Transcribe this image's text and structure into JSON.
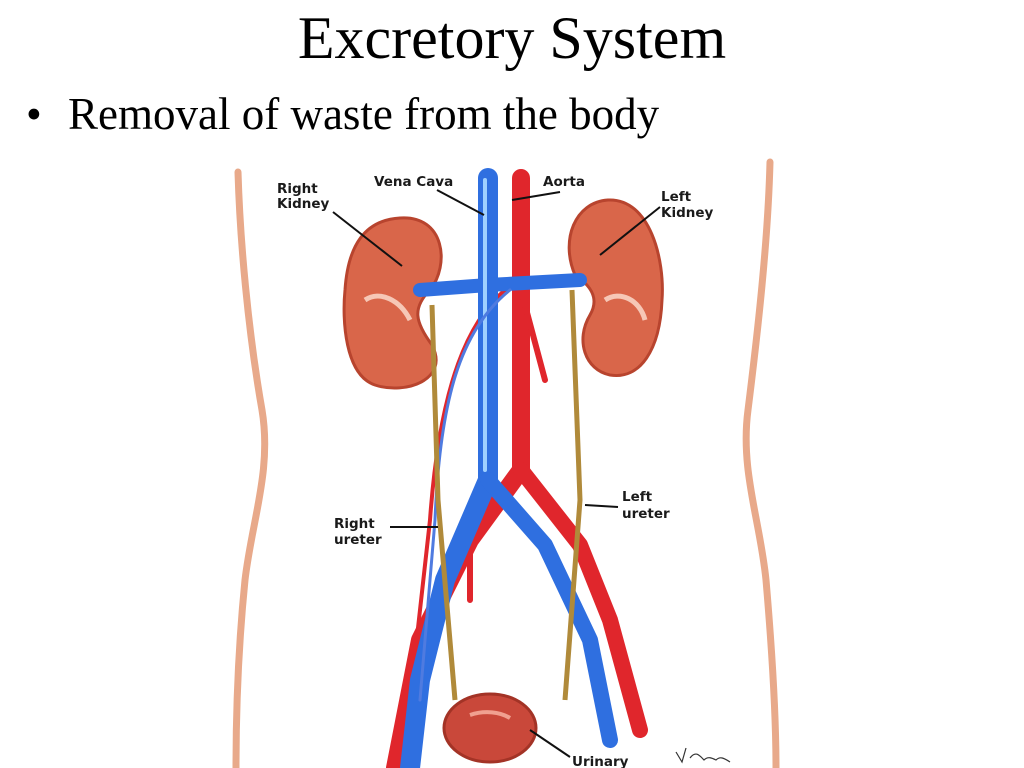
{
  "slide": {
    "title": "Excretory System",
    "bullets": [
      {
        "marker": "•",
        "text": "Removal of waste from the body"
      }
    ]
  },
  "figure": {
    "labels": {
      "right_kidney_1": "Right",
      "right_kidney_2": "Kidney",
      "vena_cava": "Vena Cava",
      "aorta": "Aorta",
      "left_kidney_1": "Left",
      "left_kidney_2": "Kidney",
      "left_ureter_1": "Left",
      "left_ureter_2": "ureter",
      "right_ureter_1": "Right",
      "right_ureter_2": "ureter",
      "urinary": "Urinary"
    },
    "colors": {
      "artery": "#e0262c",
      "vein": "#2f6fe0",
      "kidney": "#d9664a",
      "ureter": "#b08a3a",
      "skin": "#e8a98a"
    }
  }
}
